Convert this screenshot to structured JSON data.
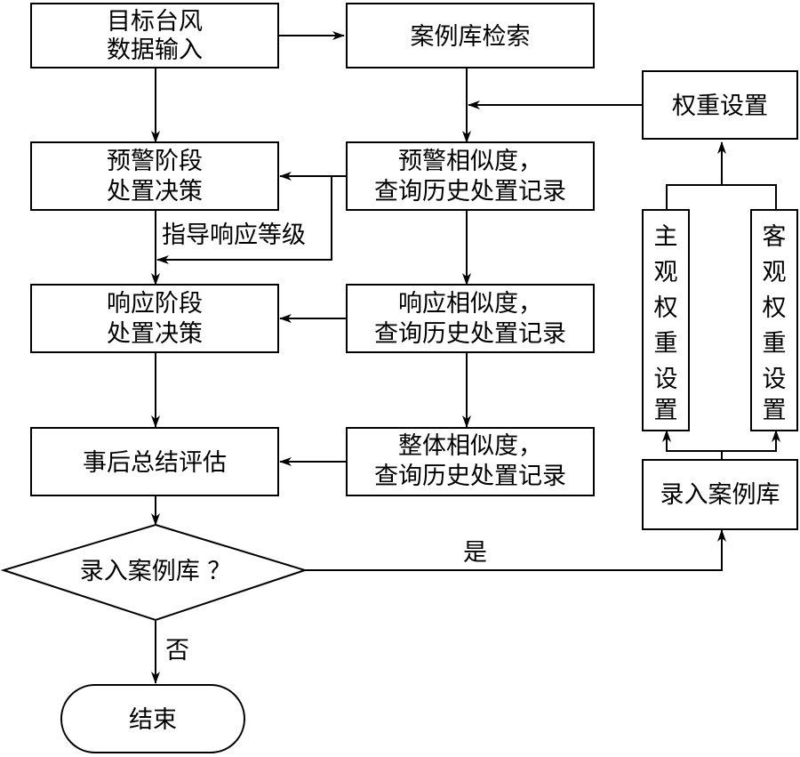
{
  "nodes": {
    "input": [
      "目标台风",
      "数据输入"
    ],
    "search": "案例库检索",
    "weight": "权重设置",
    "warning_decision": [
      "预警阶段",
      "处置决策"
    ],
    "warning_similarity": [
      "预警相似度，",
      "查询历史处置记录"
    ],
    "response_decision": [
      "响应阶段",
      "处置决策"
    ],
    "response_similarity": [
      "响应相似度，",
      "查询历史处置记录"
    ],
    "post_eval": "事后总结评估",
    "overall_similarity": [
      "整体相似度，",
      "查询历史处置记录"
    ],
    "subjective_weight": [
      "主",
      "观",
      "权",
      "重",
      "设",
      "置"
    ],
    "objective_weight": [
      "客",
      "观",
      "权",
      "重",
      "设",
      "置"
    ],
    "record": "录入案例库",
    "decision": "录入案例库 ？",
    "end": "结束"
  },
  "edge_labels": {
    "guide": "指导响应等级",
    "yes": "是",
    "no": "否"
  }
}
